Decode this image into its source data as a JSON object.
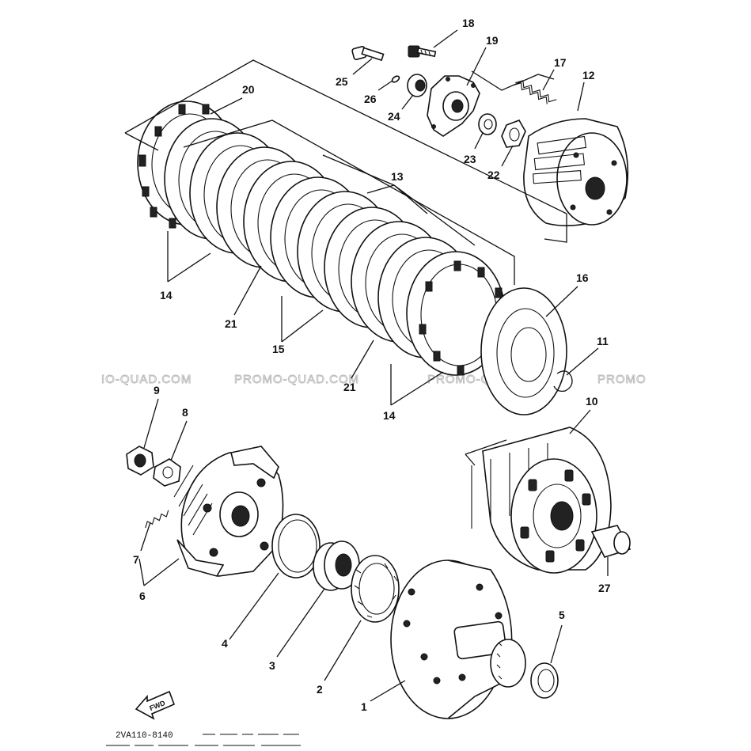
{
  "watermarks": [
    "IO-QUAD.COM",
    "PROMO-QUAD.COM",
    "PROMO-QUAD.COM",
    "PROMO"
  ],
  "part_labels": [
    "18",
    "19",
    "25",
    "26",
    "24",
    "17",
    "12",
    "23",
    "22",
    "20",
    "13",
    "14",
    "16",
    "21",
    "15",
    "11",
    "21",
    "14",
    "9",
    "8",
    "10",
    "7",
    "6",
    "27",
    "5",
    "4",
    "3",
    "2",
    "1"
  ],
  "fwd_label": "FWD",
  "caption": "2VA110-8140"
}
